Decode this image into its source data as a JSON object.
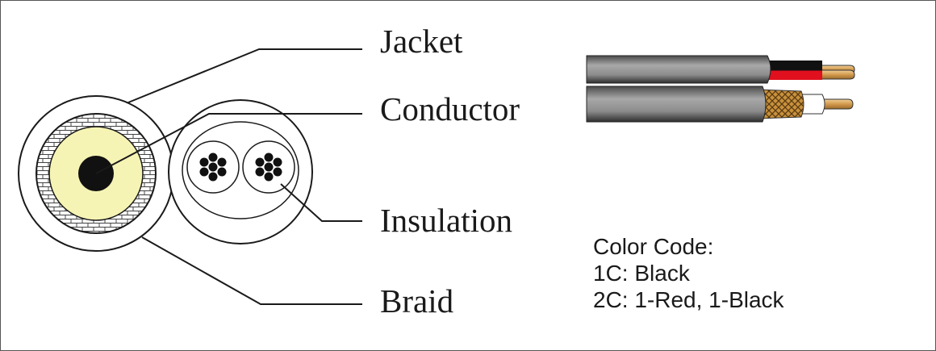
{
  "labels": {
    "jacket": "Jacket",
    "conductor": "Conductor",
    "insulation": "Insulation",
    "braid": "Braid"
  },
  "color_code": {
    "heading": "Color Code:",
    "line_1": "1C: Black",
    "line_2": "2C: 1-Red, 1-Black"
  },
  "colors": {
    "outline": "#1a1a1a",
    "dielectric": "#f6f4b4",
    "braid_fill": "#ffffff",
    "cable_gray": "#8a8a8a",
    "cable_shadow": "#3a3a3a",
    "wire_red": "#e0101e",
    "wire_black": "#111111",
    "copper": "#d9a860",
    "braid_weave": "#b07a2a",
    "coax_dielectric": "#ffffff"
  }
}
